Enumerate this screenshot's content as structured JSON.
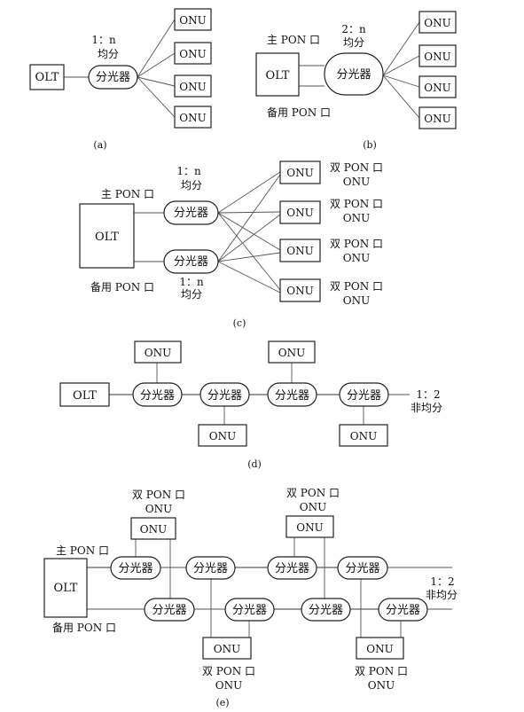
{
  "labels": {
    "olt": "OLT",
    "onu": "ONU",
    "splitter": "分光器",
    "ratio_1n": "1：n",
    "ratio_2n": "2：n",
    "ratio_12": "1：2",
    "equal_split": "均分",
    "unequal_split": "非均分",
    "main_pon": "主 PON 口",
    "backup_pon": "备用 PON 口",
    "dual_pon": "双 PON 口",
    "dual_onu": "ONU"
  },
  "captions": {
    "a": "(a)",
    "b": "(b)",
    "c": "(c)",
    "d": "(d)",
    "e": "(e)"
  }
}
